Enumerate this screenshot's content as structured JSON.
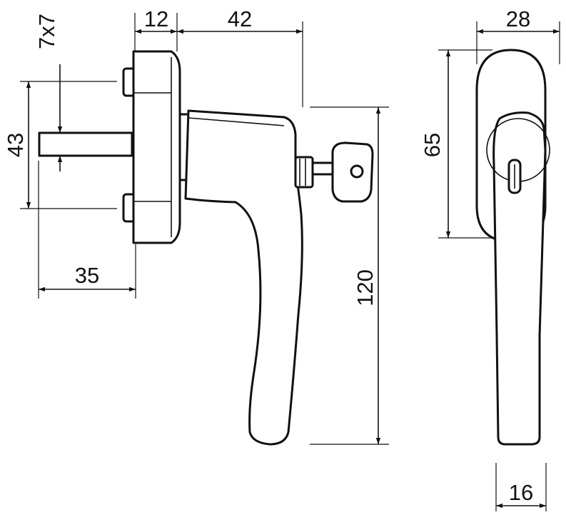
{
  "dimensions": {
    "spindle": "7x7",
    "rose_depth": "12",
    "lever_offset": "42",
    "rose_width": "28",
    "screw_spacing": "43",
    "rose_height": "65",
    "spindle_length": "35",
    "total_height": "120",
    "lever_width": "16"
  },
  "colors": {
    "line": "#111111",
    "fill": "#ffffff",
    "shade": "#d9d9d9"
  }
}
